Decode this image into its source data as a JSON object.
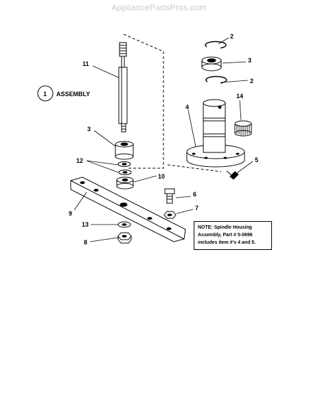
{
  "watermark": "AppliancePartsPros.com",
  "assembly": {
    "number": "1",
    "label": "ASSEMBLY"
  },
  "callouts": {
    "shaft": "11",
    "retaining_ring_top": "2",
    "bearing_top": "3",
    "retaining_ring_lower": "2",
    "spindle_housing": "4",
    "needle_bearing": "14",
    "grease_fitting": "5",
    "bearing_shaft": "3",
    "spacer_washers": "12",
    "spacer": "10",
    "bar": "9",
    "bolt": "6",
    "lock_nut_upper": "7",
    "washer": "13",
    "nut": "8"
  },
  "note": {
    "line1": "NOTE: Spindle Housing",
    "line2": "Assembly, Part # 5-0696",
    "line3": "includes item #'s 4 and 5."
  },
  "colors": {
    "line": "#000000",
    "dark": "#1a1a1a",
    "watermark": "#c9c9c9"
  }
}
